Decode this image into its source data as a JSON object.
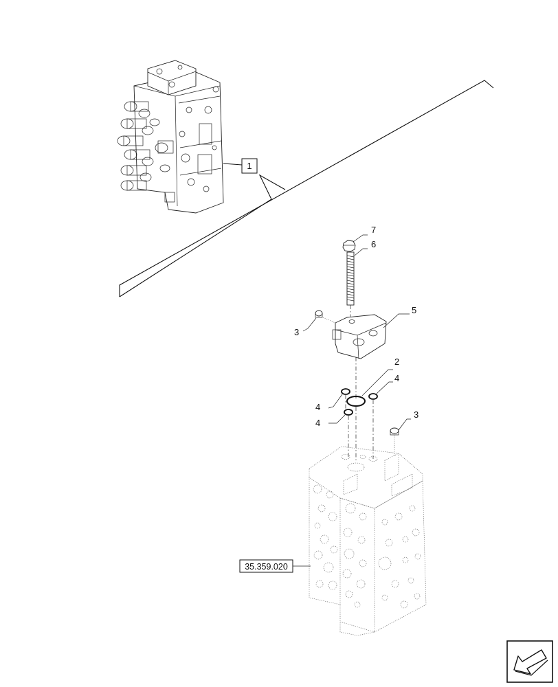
{
  "diagram": {
    "callouts": {
      "item_1": "1",
      "item_2": "2",
      "item_3_a": "3",
      "item_3_b": "3",
      "item_4_a": "4",
      "item_4_b": "4",
      "item_4_c": "4",
      "item_5": "5",
      "item_6": "6",
      "item_7": "7"
    },
    "reference_box": "35.359.020",
    "nav_icon": "next-page-arrow-icon"
  }
}
